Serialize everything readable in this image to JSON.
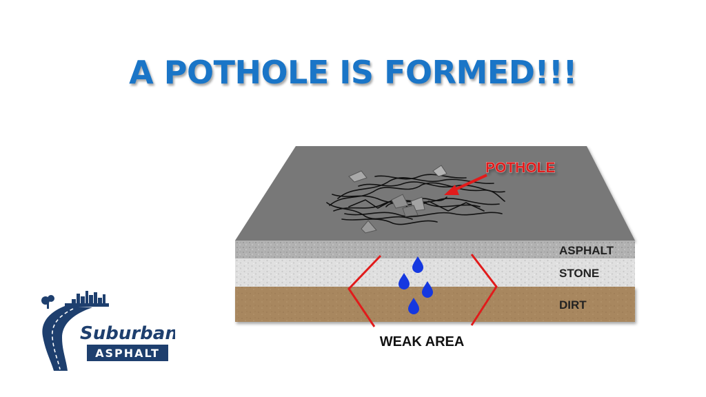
{
  "title": "A POTHOLE IS FORMED!!!",
  "labels": {
    "pothole": "POTHOLE",
    "asphalt": "ASPHALT",
    "stone": "STONE",
    "dirt": "DIRT",
    "weak_area": "WEAK AREA"
  },
  "logo": {
    "name_line1": "Suburban",
    "name_line2": "ASPHALT"
  },
  "colors": {
    "title": "#1a75c7",
    "surface": "#7a7a7a",
    "asphalt_layer": "#b5b5b5",
    "stone_layer": "#e2e2e2",
    "dirt_layer": "#a8875f",
    "annotation_red": "#e11b1b",
    "water": "#1538e0",
    "logo_navy": "#1e3f6e"
  }
}
